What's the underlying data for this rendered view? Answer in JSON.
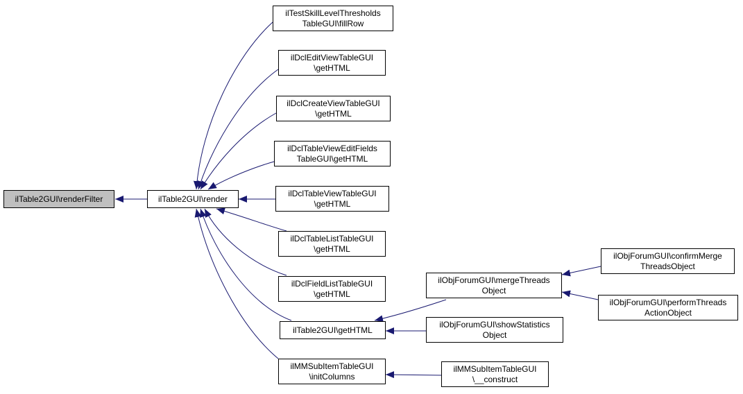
{
  "colors": {
    "edge": "#191970",
    "node_border": "#000000",
    "root_fill": "#bfbfbf",
    "node_fill": "#ffffff"
  },
  "nodes": {
    "renderFilter": {
      "lines": [
        "ilTable2GUI\\renderFilter"
      ]
    },
    "render": {
      "lines": [
        "ilTable2GUI\\render"
      ]
    },
    "testSkill": {
      "lines": [
        "ilTestSkillLevelThresholds",
        "TableGUI\\fillRow"
      ]
    },
    "dclEditView": {
      "lines": [
        "ilDclEditViewTableGUI",
        "\\getHTML"
      ]
    },
    "dclCreateView": {
      "lines": [
        "ilDclCreateViewTableGUI",
        "\\getHTML"
      ]
    },
    "dclTableViewEdit": {
      "lines": [
        "ilDclTableViewEditFields",
        "TableGUI\\getHTML"
      ]
    },
    "dclTableView": {
      "lines": [
        "ilDclTableViewTableGUI",
        "\\getHTML"
      ]
    },
    "dclTableList": {
      "lines": [
        "ilDclTableListTableGUI",
        "\\getHTML"
      ]
    },
    "dclFieldList": {
      "lines": [
        "ilDclFieldListTableGUI",
        "\\getHTML"
      ]
    },
    "getHTML": {
      "lines": [
        "ilTable2GUI\\getHTML"
      ]
    },
    "mmsInit": {
      "lines": [
        "ilMMSubItemTableGUI",
        "\\initColumns"
      ]
    },
    "mergeThreads": {
      "lines": [
        "ilObjForumGUI\\mergeThreads",
        "Object"
      ]
    },
    "showStats": {
      "lines": [
        "ilObjForumGUI\\showStatistics",
        "Object"
      ]
    },
    "confirmMerge": {
      "lines": [
        "ilObjForumGUI\\confirmMerge",
        "ThreadsObject"
      ]
    },
    "performThreads": {
      "lines": [
        "ilObjForumGUI\\performThreads",
        "ActionObject"
      ]
    },
    "mmsConstruct": {
      "lines": [
        "ilMMSubItemTableGUI",
        "\\__construct"
      ]
    }
  },
  "edges": [
    {
      "from": "render",
      "to": "renderFilter"
    },
    {
      "from": "testSkill",
      "to": "render"
    },
    {
      "from": "dclEditView",
      "to": "render"
    },
    {
      "from": "dclCreateView",
      "to": "render"
    },
    {
      "from": "dclTableViewEdit",
      "to": "render"
    },
    {
      "from": "dclTableView",
      "to": "render"
    },
    {
      "from": "dclTableList",
      "to": "render"
    },
    {
      "from": "dclFieldList",
      "to": "render"
    },
    {
      "from": "getHTML",
      "to": "render"
    },
    {
      "from": "mmsInit",
      "to": "render"
    },
    {
      "from": "mergeThreads",
      "to": "getHTML"
    },
    {
      "from": "showStats",
      "to": "getHTML"
    },
    {
      "from": "confirmMerge",
      "to": "mergeThreads"
    },
    {
      "from": "performThreads",
      "to": "mergeThreads"
    },
    {
      "from": "mmsConstruct",
      "to": "mmsInit"
    }
  ]
}
